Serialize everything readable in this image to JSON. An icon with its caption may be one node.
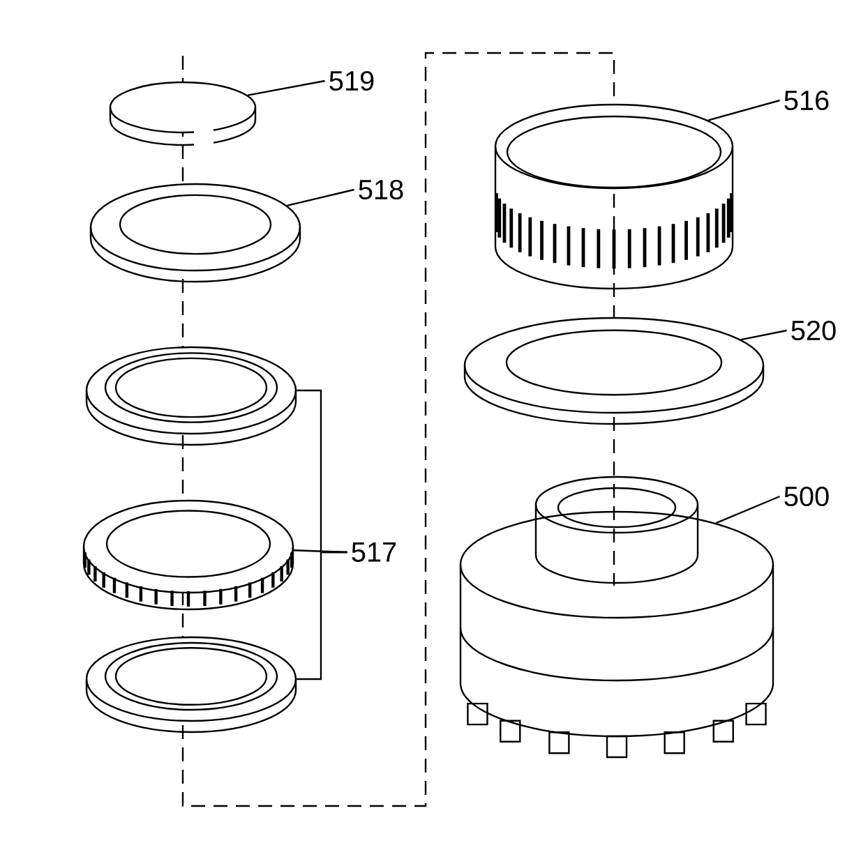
{
  "diagram": {
    "nodes": [
      {
        "text": [
          "519"
        ]
      },
      {
        "text": [],
        "shape": "picture"
      },
      {
        "text": [
          "518"
        ]
      },
      {
        "text": [],
        "shape": "picture"
      },
      {
        "text": [
          "517"
        ]
      },
      {
        "text": [],
        "shape": "picture"
      },
      {
        "text": [],
        "shape": "picture"
      },
      {
        "text": [],
        "shape": "picture"
      },
      {
        "text": [
          "516"
        ]
      },
      {
        "text": [],
        "shape": "picture"
      },
      {
        "text": [
          "520"
        ]
      },
      {
        "text": [],
        "shape": "picture"
      },
      {
        "text": [
          "500"
        ]
      },
      {
        "text": [],
        "shape": "picture"
      }
    ],
    "edges": [
      {
        "from": 0,
        "to": 1,
        "arrow": "none"
      },
      {
        "from": 2,
        "to": 3,
        "arrow": "none"
      },
      {
        "from": 4,
        "to": 5,
        "arrow": "none"
      },
      {
        "from": 4,
        "to": 6,
        "arrow": "none"
      },
      {
        "from": 4,
        "to": 7,
        "arrow": "none"
      },
      {
        "from": 8,
        "to": 9,
        "arrow": "none"
      },
      {
        "from": 10,
        "to": 11,
        "arrow": "none"
      },
      {
        "from": 12,
        "to": 13,
        "arrow": "none"
      }
    ]
  }
}
